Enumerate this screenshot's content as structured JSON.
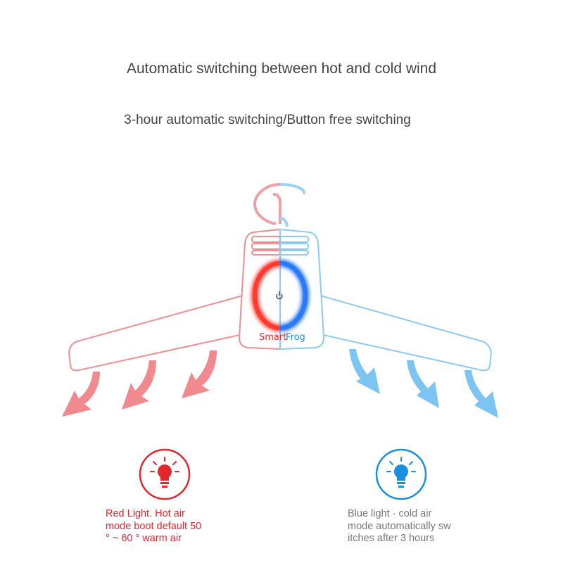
{
  "title": "Automatic switching between hot and cold wind",
  "subtitle": "3-hour automatic switching/Button free switching",
  "brand": {
    "part1": "Smart",
    "part2": "Frog"
  },
  "hot_mode": {
    "icon": "red-bulb-icon",
    "color": "#e3262d",
    "line1": "Red Light. Hot air",
    "line2": "mode boot default 50",
    "line3": "° ~ 60 ° warm air"
  },
  "cold_mode": {
    "icon": "blue-bulb-icon",
    "color": "#1a8fe0",
    "line1": "Blue light · cold air",
    "line2": "mode automatically sw",
    "line3": "itches after 3 hours"
  },
  "colors": {
    "hot_arrow": "#f08a8f",
    "cold_arrow": "#7cc4f2",
    "divider": "#f2c230"
  }
}
